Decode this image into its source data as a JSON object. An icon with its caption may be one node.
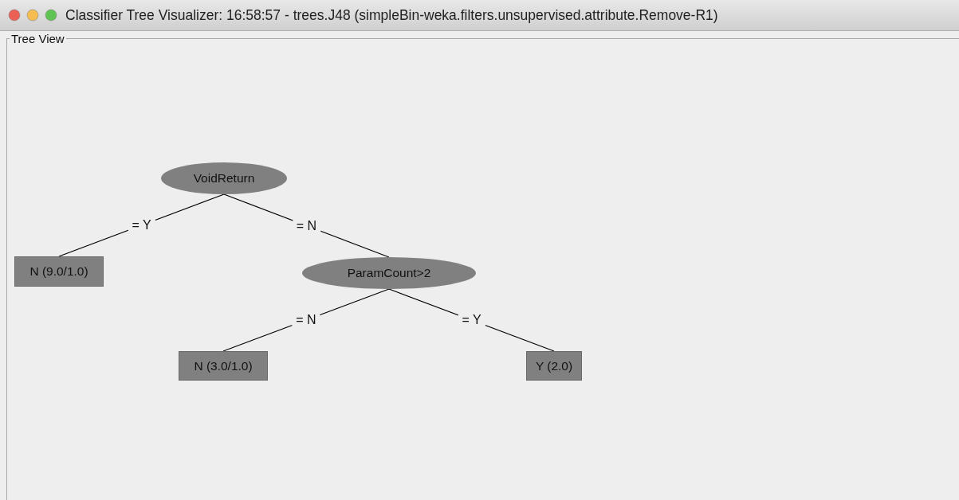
{
  "diagram": {
    "title": "Classifier Tree Visualizer: 16:58:57 - trees.J48 (simpleBin-weka.filters.unsupervised.attribute.Remove-R1)",
    "nodes": [
      {
        "text": [
          "VoidReturn"
        ]
      },
      {
        "text": [
          "N (9.0/1.0)"
        ]
      },
      {
        "text": [
          "ParamCount>2"
        ]
      },
      {
        "text": [
          "N (3.0/1.0)"
        ]
      },
      {
        "text": [
          "Y (2.0)"
        ]
      }
    ],
    "edges": [
      {
        "from": 0,
        "to": 1,
        "arrow": "none",
        "label": "= Y"
      },
      {
        "from": 0,
        "to": 2,
        "arrow": "none",
        "label": "= N"
      },
      {
        "from": 2,
        "to": 3,
        "arrow": "none",
        "label": "= N"
      },
      {
        "from": 2,
        "to": 4,
        "arrow": "none",
        "label": "= Y"
      }
    ],
    "labels": [
      "Tree View"
    ]
  }
}
